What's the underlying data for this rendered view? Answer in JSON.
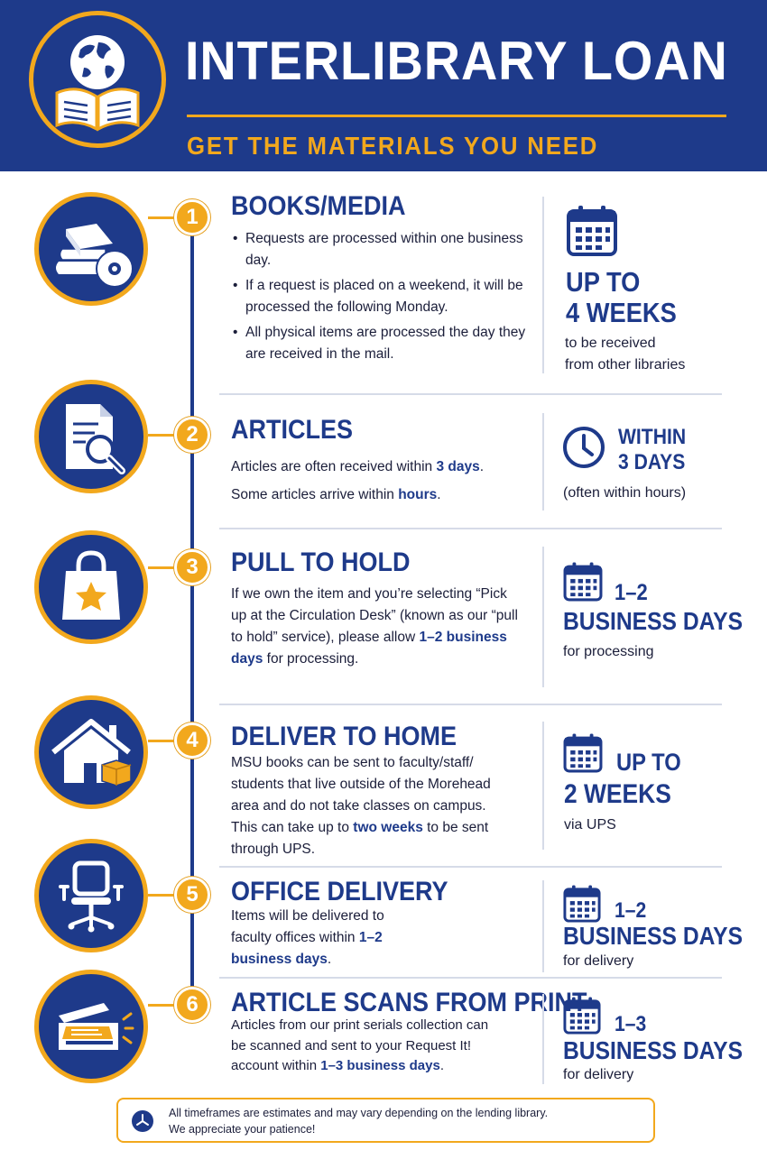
{
  "header": {
    "title": "INTERLIBRARY LOAN",
    "subtitle": "GET THE MATERIALS YOU NEED",
    "logo_icon": "globe-book-icon"
  },
  "colors": {
    "navy": "#1e3a8a",
    "gold": "#f2a81d",
    "text": "#1b1e3a"
  },
  "sections": [
    {
      "number": "1",
      "icon": "books-media-icon",
      "title": "BOOKS/MEDIA",
      "bullets": [
        "Requests are processed within one business day.",
        "If a request is placed on a weekend, it will be processed the following Monday.",
        "All physical items are processed the day they are received in the mail."
      ],
      "side_icon": "calendar-icon",
      "side_heading": "UP TO 4 WEEKS",
      "side_heading_lines": [
        "UP TO",
        "4 WEEKS"
      ],
      "side_note_lines": [
        "to be received",
        "from other libraries"
      ]
    },
    {
      "number": "2",
      "icon": "document-search-icon",
      "title": "ARTICLES",
      "text_1_pre": "Articles are often received within ",
      "text_1_hl": "3 days",
      "text_1_post": ".",
      "text_2_pre": "Some articles arrive within ",
      "text_2_hl": "hours",
      "text_2_post": ".",
      "side_icon": "clock-icon",
      "side_heading_lines": [
        "WITHIN",
        "3 DAYS"
      ],
      "side_note": "(often within hours)"
    },
    {
      "number": "3",
      "icon": "shopping-bag-star-icon",
      "title": "PULL TO HOLD",
      "text_pre": "If we own the item and you’re selecting “Pick up at the Circulation Desk” (known as our “pull to hold” service), please allow ",
      "text_hl": "1–2 business days",
      "text_post": " for processing.",
      "side_icon": "calendar-icon",
      "side_heading_lines": [
        "1–2",
        "BUSINESS DAYS"
      ],
      "side_note": "for processing"
    },
    {
      "number": "4",
      "icon": "house-package-icon",
      "title": "DELIVER TO HOME",
      "text_pre": "MSU books can be sent to faculty/staff/ students that live outside of the Morehead area and do not take classes on campus. This can take up to ",
      "text_hl": "two weeks",
      "text_post": " to be sent through UPS.",
      "side_icon": "calendar-icon",
      "side_heading_lines": [
        "UP TO",
        "2 WEEKS"
      ],
      "side_note": "via UPS"
    },
    {
      "number": "5",
      "icon": "office-chair-icon",
      "title": "OFFICE DELIVERY",
      "text_pre": "Items will be delivered to faculty offices within ",
      "text_hl": "1–2 business days",
      "text_post": ".",
      "side_icon": "calendar-icon",
      "side_heading_lines": [
        "1–2",
        "BUSINESS DAYS"
      ],
      "side_note": "for delivery"
    },
    {
      "number": "6",
      "icon": "scanner-icon",
      "title": "ARTICLE SCANS FROM PRINT",
      "text_pre": "Articles from our print serials collection can be scanned and sent to your Request It! account within ",
      "text_hl": "1–3 business days",
      "text_post": ".",
      "side_icon": "calendar-icon",
      "side_heading_lines": [
        "1–3",
        "BUSINESS DAYS"
      ],
      "side_note": "for delivery"
    }
  ],
  "footer": {
    "icon": "clock-hands-icon",
    "line_1": "All timeframes are estimates and may vary depending on the lending library.",
    "line_2": "We appreciate your patience!"
  }
}
